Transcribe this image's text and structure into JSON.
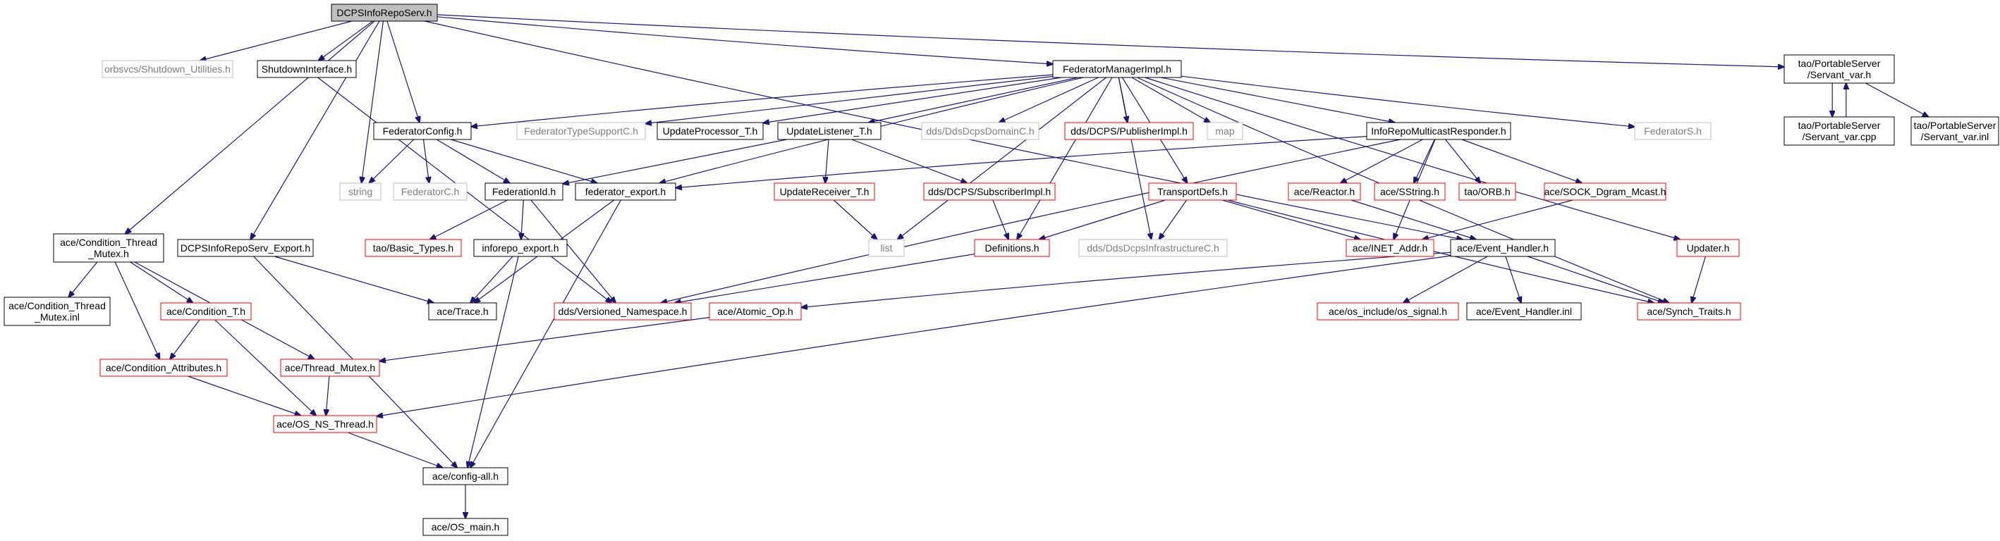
{
  "colors": {
    "edge": "#191970",
    "focus_fill": "#bfbfbf",
    "normal_border": "#000000",
    "truncated_border": "#ff0000",
    "external_border": "#bfbfbf",
    "external_text": "#7f7f7f"
  },
  "nodes": [
    {
      "id": "dcps",
      "lines": [
        "DCPSInfoRepoServ.h"
      ],
      "style": "focus"
    },
    {
      "id": "orbsvcs_shutdown",
      "lines": [
        "orbsvcs/Shutdown_Utilities.h"
      ],
      "style": "external"
    },
    {
      "id": "shutdown_iface",
      "lines": [
        "ShutdownInterface.h"
      ],
      "style": "normal"
    },
    {
      "id": "fed_mgr",
      "lines": [
        "FederatorManagerImpl.h"
      ],
      "style": "normal"
    },
    {
      "id": "tao_servant_var_h",
      "lines": [
        "tao/PortableServer",
        "/Servant_var.h"
      ],
      "style": "normal"
    },
    {
      "id": "tao_servant_var_cpp",
      "lines": [
        "tao/PortableServer",
        "/Servant_var.cpp"
      ],
      "style": "normal"
    },
    {
      "id": "tao_servant_var_inl",
      "lines": [
        "tao/PortableServer",
        "/Servant_var.inl"
      ],
      "style": "normal"
    },
    {
      "id": "fed_config",
      "lines": [
        "FederatorConfig.h"
      ],
      "style": "normal"
    },
    {
      "id": "fed_typesupport",
      "lines": [
        "FederatorTypeSupportC.h"
      ],
      "style": "external"
    },
    {
      "id": "update_processor",
      "lines": [
        "UpdateProcessor_T.h"
      ],
      "style": "normal"
    },
    {
      "id": "update_listener",
      "lines": [
        "UpdateListener_T.h"
      ],
      "style": "normal"
    },
    {
      "id": "dds_domainc",
      "lines": [
        "dds/DdsDcpsDomainC.h"
      ],
      "style": "external"
    },
    {
      "id": "dds_publisherimpl",
      "lines": [
        "dds/DCPS/PublisherImpl.h"
      ],
      "style": "truncated"
    },
    {
      "id": "map",
      "lines": [
        "map"
      ],
      "style": "external"
    },
    {
      "id": "inforepo_mcast",
      "lines": [
        "InfoRepoMulticastResponder.h"
      ],
      "style": "normal"
    },
    {
      "id": "federator_s",
      "lines": [
        "FederatorS.h"
      ],
      "style": "external"
    },
    {
      "id": "string",
      "lines": [
        "string"
      ],
      "style": "external"
    },
    {
      "id": "federator_c",
      "lines": [
        "FederatorC.h"
      ],
      "style": "external"
    },
    {
      "id": "federation_id",
      "lines": [
        "FederationId.h"
      ],
      "style": "normal"
    },
    {
      "id": "federator_export",
      "lines": [
        "federator_export.h"
      ],
      "style": "normal"
    },
    {
      "id": "update_receiver",
      "lines": [
        "UpdateReceiver_T.h"
      ],
      "style": "truncated"
    },
    {
      "id": "dds_subscriberimpl",
      "lines": [
        "dds/DCPS/SubscriberImpl.h"
      ],
      "style": "truncated"
    },
    {
      "id": "transport_defs",
      "lines": [
        "TransportDefs.h"
      ],
      "style": "truncated"
    },
    {
      "id": "ace_reactor",
      "lines": [
        "ace/Reactor.h"
      ],
      "style": "truncated"
    },
    {
      "id": "ace_sstring",
      "lines": [
        "ace/SString.h"
      ],
      "style": "truncated"
    },
    {
      "id": "tao_orb",
      "lines": [
        "tao/ORB.h"
      ],
      "style": "truncated"
    },
    {
      "id": "ace_sock_dgram",
      "lines": [
        "ace/SOCK_Dgram_Mcast.h"
      ],
      "style": "truncated"
    },
    {
      "id": "updater",
      "lines": [
        "Updater.h"
      ],
      "style": "truncated"
    },
    {
      "id": "tao_basic_types",
      "lines": [
        "tao/Basic_Types.h"
      ],
      "style": "truncated"
    },
    {
      "id": "inforepo_export",
      "lines": [
        "inforepo_export.h"
      ],
      "style": "normal"
    },
    {
      "id": "list",
      "lines": [
        "list"
      ],
      "style": "external"
    },
    {
      "id": "definitions",
      "lines": [
        "Definitions.h"
      ],
      "style": "truncated"
    },
    {
      "id": "dds_infrastructurec",
      "lines": [
        "dds/DdsDcpsInfrastructureC.h"
      ],
      "style": "external"
    },
    {
      "id": "ace_inet_addr",
      "lines": [
        "ace/INET_Addr.h"
      ],
      "style": "truncated"
    },
    {
      "id": "ace_event_handler",
      "lines": [
        "ace/Event_Handler.h"
      ],
      "style": "normal"
    },
    {
      "id": "ace_cond_thread_mutex",
      "lines": [
        "ace/Condition_Thread",
        "_Mutex.h"
      ],
      "style": "normal"
    },
    {
      "id": "dcps_export",
      "lines": [
        "DCPSInfoRepoServ_Export.h"
      ],
      "style": "normal"
    },
    {
      "id": "ace_cond_thread_mutex_inl",
      "lines": [
        "ace/Condition_Thread",
        "_Mutex.inl"
      ],
      "style": "normal"
    },
    {
      "id": "ace_condition_t",
      "lines": [
        "ace/Condition_T.h"
      ],
      "style": "truncated"
    },
    {
      "id": "ace_trace",
      "lines": [
        "ace/Trace.h"
      ],
      "style": "normal"
    },
    {
      "id": "dds_versioned_ns",
      "lines": [
        "dds/Versioned_Namespace.h"
      ],
      "style": "truncated"
    },
    {
      "id": "ace_atomic_op",
      "lines": [
        "ace/Atomic_Op.h"
      ],
      "style": "truncated"
    },
    {
      "id": "ace_os_signal",
      "lines": [
        "ace/os_include/os_signal.h"
      ],
      "style": "truncated"
    },
    {
      "id": "ace_event_handler_inl",
      "lines": [
        "ace/Event_Handler.inl"
      ],
      "style": "normal"
    },
    {
      "id": "ace_synch_traits",
      "lines": [
        "ace/Synch_Traits.h"
      ],
      "style": "truncated"
    },
    {
      "id": "ace_cond_attrs",
      "lines": [
        "ace/Condition_Attributes.h"
      ],
      "style": "truncated"
    },
    {
      "id": "ace_thread_mutex",
      "lines": [
        "ace/Thread_Mutex.h"
      ],
      "style": "truncated"
    },
    {
      "id": "ace_os_ns_thread",
      "lines": [
        "ace/OS_NS_Thread.h"
      ],
      "style": "truncated"
    },
    {
      "id": "ace_config_all",
      "lines": [
        "ace/config-all.h"
      ],
      "style": "normal"
    },
    {
      "id": "ace_os_main",
      "lines": [
        "ace/OS_main.h"
      ],
      "style": "normal"
    }
  ],
  "edges": [
    [
      "dcps",
      "orbsvcs_shutdown"
    ],
    [
      "dcps",
      "shutdown_iface"
    ],
    [
      "dcps",
      "fed_mgr"
    ],
    [
      "dcps",
      "tao_servant_var_h"
    ],
    [
      "dcps",
      "fed_config"
    ],
    [
      "dcps",
      "string"
    ],
    [
      "dcps",
      "dcps_export"
    ],
    [
      "dcps",
      "ace_cond_thread_mutex"
    ],
    [
      "dcps",
      "ace_event_handler"
    ],
    [
      "shutdown_iface",
      "dds_versioned_ns"
    ],
    [
      "fed_mgr",
      "fed_config"
    ],
    [
      "fed_mgr",
      "fed_typesupport"
    ],
    [
      "fed_mgr",
      "update_processor"
    ],
    [
      "fed_mgr",
      "update_listener"
    ],
    [
      "fed_mgr",
      "dds_domainc"
    ],
    [
      "fed_mgr",
      "dds_publisherimpl"
    ],
    [
      "fed_mgr",
      "map"
    ],
    [
      "fed_mgr",
      "inforepo_mcast"
    ],
    [
      "fed_mgr",
      "federator_s"
    ],
    [
      "fed_mgr",
      "federator_export"
    ],
    [
      "fed_mgr",
      "list"
    ],
    [
      "fed_mgr",
      "definitions"
    ],
    [
      "fed_mgr",
      "dds_infrastructurec"
    ],
    [
      "fed_mgr",
      "transport_defs"
    ],
    [
      "fed_mgr",
      "updater"
    ],
    [
      "fed_mgr",
      "ace_synch_traits"
    ],
    [
      "tao_servant_var_h",
      "tao_servant_var_cpp"
    ],
    [
      "tao_servant_var_cpp",
      "tao_servant_var_h"
    ],
    [
      "tao_servant_var_h",
      "tao_servant_var_inl"
    ],
    [
      "fed_config",
      "string"
    ],
    [
      "fed_config",
      "federator_c"
    ],
    [
      "fed_config",
      "federation_id"
    ],
    [
      "fed_config",
      "federator_export"
    ],
    [
      "update_listener",
      "federation_id"
    ],
    [
      "update_listener",
      "update_receiver"
    ],
    [
      "update_listener",
      "dds_subscriberimpl"
    ],
    [
      "inforepo_mcast",
      "federator_export"
    ],
    [
      "inforepo_mcast",
      "ace_reactor"
    ],
    [
      "inforepo_mcast",
      "ace_sstring"
    ],
    [
      "inforepo_mcast",
      "tao_orb"
    ],
    [
      "inforepo_mcast",
      "ace_sock_dgram"
    ],
    [
      "inforepo_mcast",
      "ace_inet_addr"
    ],
    [
      "inforepo_mcast",
      "dds_versioned_ns"
    ],
    [
      "federation_id",
      "tao_basic_types"
    ],
    [
      "federation_id",
      "inforepo_export"
    ],
    [
      "federation_id",
      "dds_versioned_ns"
    ],
    [
      "federator_export",
      "ace_trace"
    ],
    [
      "federator_export",
      "ace_config_all"
    ],
    [
      "update_receiver",
      "list"
    ],
    [
      "dds_subscriberimpl",
      "definitions"
    ],
    [
      "transport_defs",
      "definitions"
    ],
    [
      "transport_defs",
      "dds_infrastructurec"
    ],
    [
      "transport_defs",
      "ace_inet_addr"
    ],
    [
      "transport_defs",
      "ace_synch_traits"
    ],
    [
      "ace_reactor",
      "ace_event_handler"
    ],
    [
      "ace_sock_dgram",
      "ace_inet_addr"
    ],
    [
      "updater",
      "ace_synch_traits"
    ],
    [
      "inforepo_export",
      "ace_trace"
    ],
    [
      "inforepo_export",
      "ace_config_all"
    ],
    [
      "definitions",
      "dds_versioned_ns"
    ],
    [
      "ace_event_handler",
      "ace_atomic_op"
    ],
    [
      "ace_event_handler",
      "ace_os_signal"
    ],
    [
      "ace_event_handler",
      "ace_event_handler_inl"
    ],
    [
      "ace_event_handler",
      "ace_synch_traits"
    ],
    [
      "ace_event_handler",
      "ace_os_ns_thread"
    ],
    [
      "ace_cond_thread_mutex",
      "ace_cond_thread_mutex_inl"
    ],
    [
      "ace_cond_thread_mutex",
      "ace_condition_t"
    ],
    [
      "ace_cond_thread_mutex",
      "ace_cond_attrs"
    ],
    [
      "ace_cond_thread_mutex",
      "ace_thread_mutex"
    ],
    [
      "dcps_export",
      "ace_trace"
    ],
    [
      "dcps_export",
      "ace_config_all"
    ],
    [
      "ace_condition_t",
      "ace_cond_attrs"
    ],
    [
      "ace_condition_t",
      "ace_os_ns_thread"
    ],
    [
      "ace_atomic_op",
      "ace_thread_mutex"
    ],
    [
      "ace_cond_attrs",
      "ace_os_ns_thread"
    ],
    [
      "ace_thread_mutex",
      "ace_os_ns_thread"
    ],
    [
      "ace_os_ns_thread",
      "ace_config_all"
    ],
    [
      "ace_config_all",
      "ace_os_main"
    ]
  ]
}
